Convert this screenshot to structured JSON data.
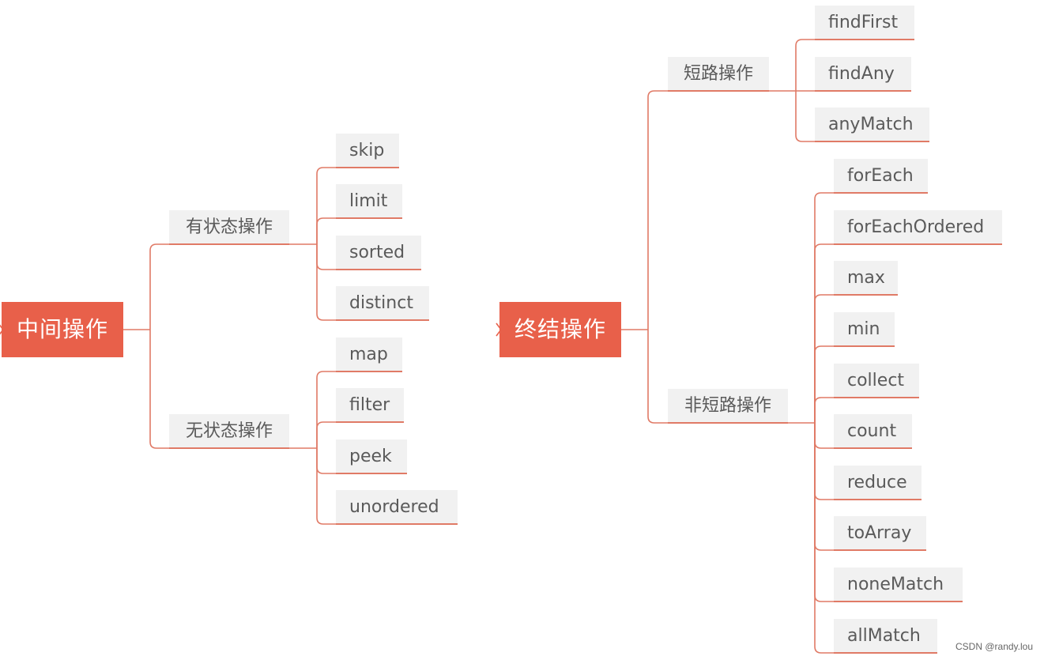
{
  "colors": {
    "accent": "#e8604a",
    "line": "#e07a66",
    "box": "#f1f1f1",
    "text": "#5a5a5a"
  },
  "diagram": {
    "left": {
      "root": "中间操作",
      "branches": [
        {
          "label": "有状态操作",
          "items": [
            "skip",
            "limit",
            "sorted",
            "distinct"
          ]
        },
        {
          "label": "无状态操作",
          "items": [
            "map",
            "filter",
            "peek",
            "unordered"
          ]
        }
      ]
    },
    "right": {
      "root": "终结操作",
      "branches": [
        {
          "label": "短路操作",
          "items": [
            "findFirst",
            "findAny",
            "anyMatch"
          ]
        },
        {
          "label": "非短路操作",
          "items": [
            "forEach",
            "forEachOrdered",
            "max",
            "min",
            "collect",
            "count",
            "reduce",
            "toArray",
            "noneMatch",
            "allMatch"
          ]
        }
      ]
    }
  },
  "watermark": "CSDN @randy.lou"
}
